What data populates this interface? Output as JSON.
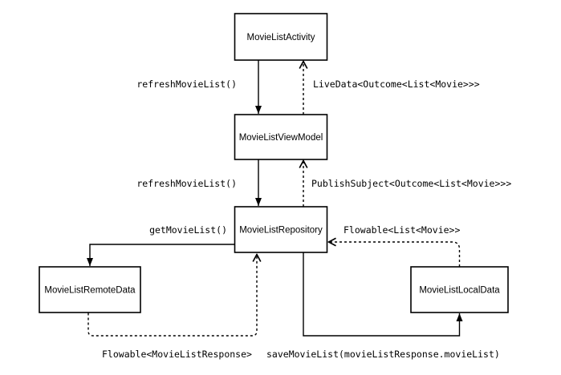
{
  "canvas": {
    "background": "#ffffff",
    "stroke_color": "#000000"
  },
  "nodes": [
    {
      "id": "activity",
      "label": "MovieListActivity"
    },
    {
      "id": "viewmodel",
      "label": "MovieListViewModel"
    },
    {
      "id": "repository",
      "label": "MovieListRepository"
    },
    {
      "id": "remote",
      "label": "MovieListRemoteData"
    },
    {
      "id": "local",
      "label": "MovieListLocalData"
    }
  ],
  "edges": [
    {
      "from": "MovieListActivity",
      "to": "MovieListViewModel",
      "style": "solid",
      "label": "refreshMovieList()"
    },
    {
      "from": "MovieListViewModel",
      "to": "MovieListActivity",
      "style": "dashed",
      "label": "LiveData<Outcome<List<Movie>>>"
    },
    {
      "from": "MovieListViewModel",
      "to": "MovieListRepository",
      "style": "solid",
      "label": "refreshMovieList()"
    },
    {
      "from": "MovieListRepository",
      "to": "MovieListViewModel",
      "style": "dashed",
      "label": "PublishSubject<Outcome<List<Movie>>>"
    },
    {
      "from": "MovieListRepository",
      "to": "MovieListRemoteData",
      "style": "solid",
      "label": "getMovieList()"
    },
    {
      "from": "MovieListLocalData",
      "to": "MovieListRepository",
      "style": "dashed",
      "label": "Flowable<List<Movie>>"
    },
    {
      "from": "MovieListRemoteData",
      "to": "MovieListRepository",
      "style": "dashed",
      "label": "Flowable<MovieListResponse>"
    },
    {
      "from": "MovieListRepository",
      "to": "MovieListLocalData",
      "style": "solid",
      "label": "saveMovieList(movieListResponse.movieList)"
    }
  ]
}
